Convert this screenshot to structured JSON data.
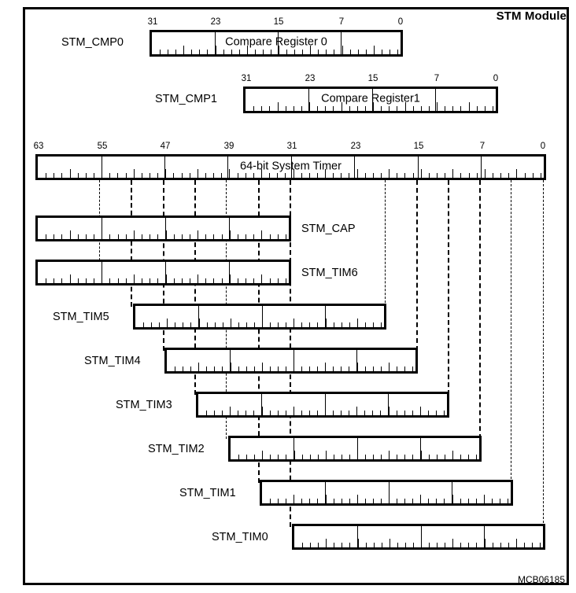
{
  "module": {
    "title": "STM Module",
    "diagram_id": "MCB06185"
  },
  "registers": [
    {
      "name": "STM_CMP0",
      "inner_label": "Compare Register 0",
      "label_side": "left",
      "bits": 32,
      "scale": [
        "31",
        "23",
        "15",
        "7",
        "0"
      ]
    },
    {
      "name": "STM_CMP1",
      "inner_label": "Compare Register1",
      "label_side": "left",
      "bits": 32,
      "scale": [
        "31",
        "23",
        "15",
        "7",
        "0"
      ]
    },
    {
      "name": "64-bit System Timer",
      "inner_label": "64-bit System Timer",
      "label_side": "inside",
      "bits": 64,
      "scale": [
        "63",
        "55",
        "47",
        "39",
        "31",
        "23",
        "15",
        "7",
        "0"
      ]
    },
    {
      "name": "STM_CAP",
      "inner_label": "",
      "label_side": "right",
      "bits": 32
    },
    {
      "name": "STM_TIM6",
      "inner_label": "",
      "label_side": "right",
      "bits": 32
    },
    {
      "name": "STM_TIM5",
      "inner_label": "",
      "label_side": "left",
      "bits": 32
    },
    {
      "name": "STM_TIM4",
      "inner_label": "",
      "label_side": "left",
      "bits": 32
    },
    {
      "name": "STM_TIM3",
      "inner_label": "",
      "label_side": "left",
      "bits": 32
    },
    {
      "name": "STM_TIM2",
      "inner_label": "",
      "label_side": "left",
      "bits": 32
    },
    {
      "name": "STM_TIM1",
      "inner_label": "",
      "label_side": "left",
      "bits": 32
    },
    {
      "name": "STM_TIM0",
      "inner_label": "",
      "label_side": "left",
      "bits": 32
    }
  ],
  "colors": {
    "ink": "#000000",
    "paper": "#ffffff"
  }
}
